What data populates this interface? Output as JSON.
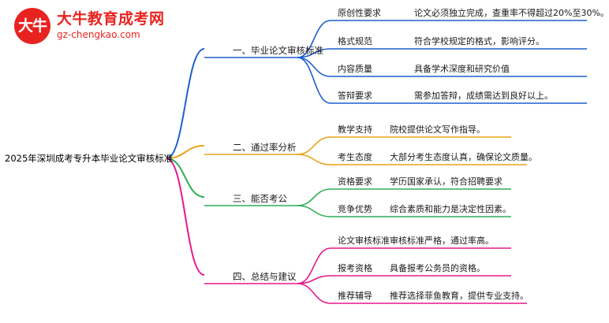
{
  "logo": {
    "mark_text": "大牛",
    "title": "大牛教育成考网",
    "subtitle": "gz-chengkao.com",
    "brand_color": "#e8231f"
  },
  "mindmap": {
    "root": "2025年深圳成考专升本毕业论文审核标准",
    "branches": [
      {
        "label": "一、毕业论文审核标准",
        "color": "#1f5fd0",
        "children": [
          {
            "label": "原创性要求",
            "detail": "论文必须独立完成，查重率不得超过20%至30%。"
          },
          {
            "label": "格式规范",
            "detail": "符合学校规定的格式，影响评分。"
          },
          {
            "label": "内容质量",
            "detail": "具备学术深度和研究价值"
          },
          {
            "label": "答辩要求",
            "detail": "需参加答辩，成绩需达到良好以上。"
          }
        ]
      },
      {
        "label": "二、通过率分析",
        "color": "#e8a317",
        "children": [
          {
            "label": "教学支持",
            "detail": "院校提供论文写作指导。"
          },
          {
            "label": "考生态度",
            "detail": "大部分考生态度认真，确保论文质量。"
          }
        ]
      },
      {
        "label": "三、能否考公",
        "color": "#2fae5a",
        "children": [
          {
            "label": "资格要求",
            "detail": "学历国家承认，符合招聘要求"
          },
          {
            "label": "竞争优势",
            "detail": "综合素质和能力是决定性因素。"
          }
        ]
      },
      {
        "label": "四、总结与建议",
        "color": "#e8188c",
        "children": [
          {
            "label": "论文审核标准",
            "detail": "审核标准严格，通过率高。"
          },
          {
            "label": "报考资格",
            "detail": "具备报考公务员的资格。"
          },
          {
            "label": "推荐辅导",
            "detail": "推荐选择菲鱼教育，提供专业支持。"
          }
        ]
      }
    ]
  }
}
